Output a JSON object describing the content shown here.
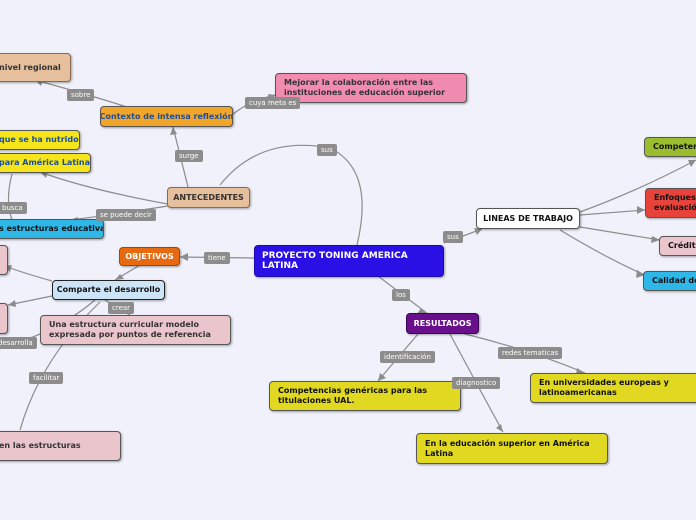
{
  "colors": {
    "background": "#f0f1fb",
    "edge": "#8c8c8c",
    "label_bg": "#8c8c8c",
    "root_blue": "#2b10e6",
    "purple": "#6a0f8c",
    "orange": "#f1a62a",
    "orange_dark": "#e76a10",
    "tan": "#e6bf9c",
    "pink": "#f28bb0",
    "yellow_label": "#f6e51a",
    "yellow_result": "#e0d821",
    "sky": "#2fb7e8",
    "light_pink": "#eac5cb",
    "light_blue": "#cde4f7",
    "green": "#9bbd2d",
    "red": "#e8433b",
    "white": "#ffffff"
  },
  "nodes": {
    "root": "PROYECTO TONING AMERICA LATINA",
    "lineas": "LINEAS DE TRABAJO",
    "competencias": "Competenc",
    "enfoques": "Enfoques evaluación",
    "creditos": "Crédito",
    "calidad": "Calidad de",
    "resultados": "RESULTADOS",
    "competencias_genericas": "Competencias genéricas para las titulaciones UAL.",
    "universidades": "En universidades europeas y latinoamericanas",
    "educacion_superior": "En la educación superior en América Latina",
    "antecedentes": "ANTECEDENTES",
    "contexto": "Contexto de intensa reflexión",
    "mejorar": "Mejorar la colaboración entre las instituciones de educación superior",
    "nivel_regional": "nivel regional",
    "nutrido": "que se ha nutrido",
    "para_america": "para América Latina",
    "estructuras": "s estructuras educativas",
    "objetivos": "OBJETIVOS",
    "comparte": "Comparte el desarrollo",
    "estructura_curricular": "Una estructura curricular modelo expresada por puntos de referencia",
    "en_estructuras": "en las estructuras"
  },
  "labels": {
    "sus1": "sus",
    "sus2": "sus",
    "los": "los",
    "tiene": "tiene",
    "surge": "surge",
    "sobre": "sobre",
    "cuya_meta": "cuya meta es",
    "se_puede_decir": "se puede decir",
    "busca": "busca",
    "crear": "crear",
    "desarrolla": "desarrolla",
    "facilitar": "facilitar",
    "identificacion": "identificación",
    "diagnostico": "diagnostico",
    "redes_tematicas": "redes tematicas"
  }
}
